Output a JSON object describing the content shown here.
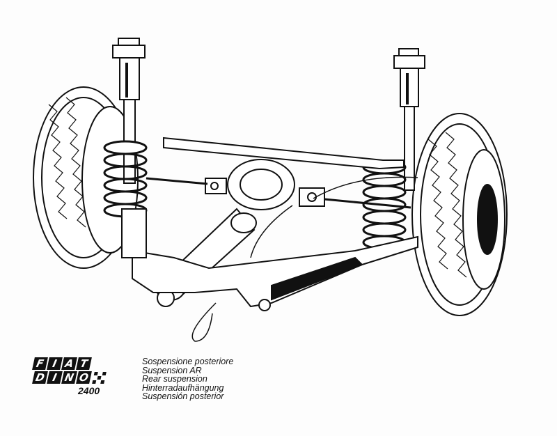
{
  "brand": {
    "row1": [
      "F",
      "I",
      "A",
      "T"
    ],
    "row2": [
      "D",
      "I",
      "N",
      "O"
    ],
    "model": "2400"
  },
  "caption": {
    "lines": [
      "Sospensione posteriore",
      "Suspension AR",
      "Rear suspension",
      "Hinterradaufhängung",
      "Suspensión posterior"
    ]
  },
  "colors": {
    "ink": "#111111",
    "paper": "#fdfdfd"
  }
}
